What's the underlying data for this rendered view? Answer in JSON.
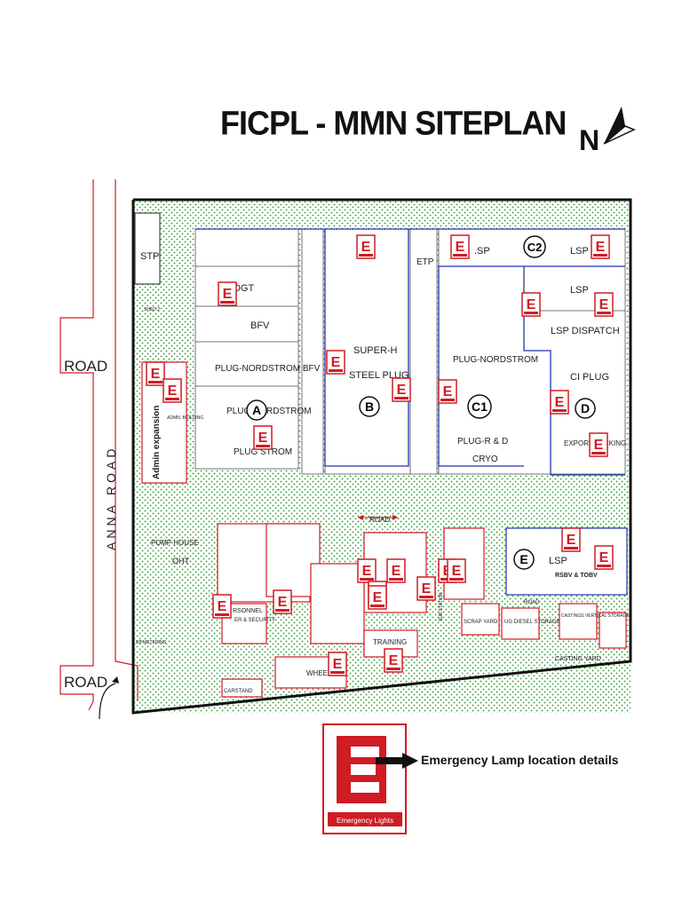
{
  "title": "FICPL - MMN SITEPLAN",
  "north": "N",
  "roads": {
    "road_left_top": "ROAD",
    "road_left_bottom": "ROAD",
    "anna_road": "ANNA ROAD",
    "road": "ROAD"
  },
  "buildings": {
    "stp": "STP",
    "sheds": "SHED 2",
    "vogt": "VOGT",
    "bfv": "BFV",
    "plug_nordstrom_bfv": "PLUG-NORDSTROM  BFV",
    "plug_nordstrom_a": "PLUG  NORDSTROM",
    "plug_strom": "PLUG   STROM",
    "super_h": "SUPER-H",
    "steel_plug": "STEEL PLUG",
    "etp": "ETP",
    "sp": ".SP",
    "lsp": "LSP",
    "lsp2": "LSP",
    "lsp_dispatch": "LSP DISPATCH",
    "plug_nordstrom_c1": "PLUG-NORDSTROM",
    "plug_r_d": "PLUG-R & D",
    "cryo": "CRYO",
    "ci_plug": "CI PLUG",
    "export_packing": "EXPORT PACKING",
    "admin_expansion": "Admin expansion",
    "admin_building": "ADMN. BUILDING",
    "pump_house": "PUMP HOUSE",
    "oht": "OHT",
    "lsp_e": "LSP",
    "rsbv_tobv": "RSBV & TOBV",
    "personnel": "RSONNEL",
    "security": "ER & SECURITY",
    "training": "TRAINING",
    "wheeler": "WHEELER",
    "carstand": "CARSTAND",
    "substation": "SUB STATION",
    "scrap_yard": "SCRAP YARD",
    "ug_diesel_storage": "UG DIESEL STORAGE",
    "casting_yard": "CASTING YARD",
    "castings_storage": "CASTINGS VERTICAL STORAGE",
    "road_b": "ROAD",
    "eb_metering": "EB METERING"
  },
  "zones": [
    "A",
    "B",
    "C1",
    "C2",
    "D",
    "E"
  ],
  "emergency_lamp": {
    "letter": "E",
    "caption": "Emergency Lights",
    "count": 27
  },
  "legend": {
    "letter": "E",
    "caption": "Emergency Lights",
    "text": "Emergency Lamp location details"
  },
  "colors": {
    "red": "#d01c24",
    "blue": "#2432b4",
    "green_dots": "#2a9a2a",
    "outline": "#111111"
  }
}
